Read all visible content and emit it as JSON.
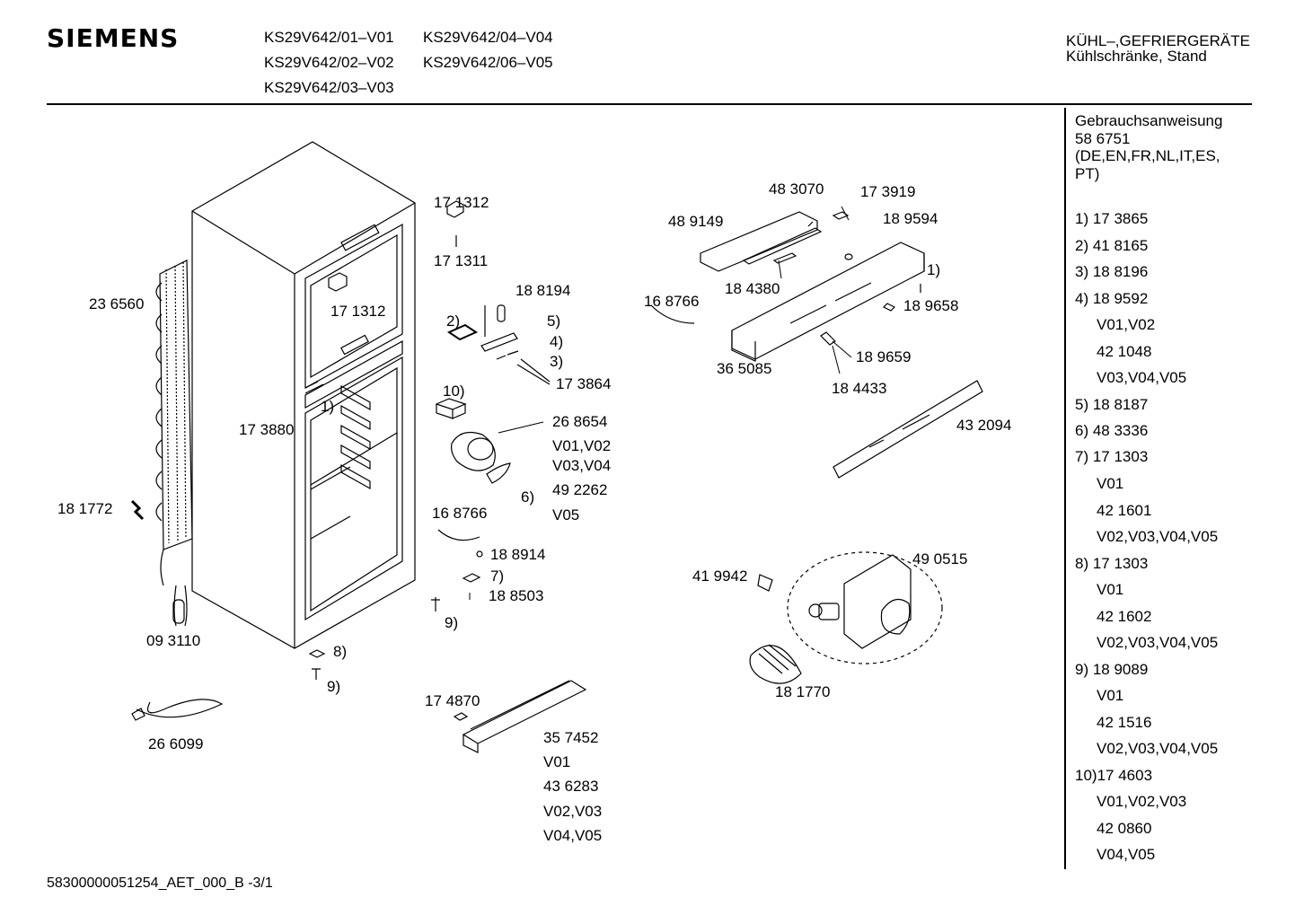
{
  "header": {
    "brand": "SIEMENS",
    "models": [
      "KS29V642/01–V01",
      "KS29V642/04–V04",
      "KS29V642/02–V02",
      "KS29V642/06–V05",
      "KS29V642/03–V03"
    ],
    "category": "KÜHL–,GEFRIERGERÄTE",
    "subcategory": "Kühlschränke, Stand"
  },
  "sidebar": {
    "manual_title": "Gebrauchsanweisung",
    "manual_number": "58 6751",
    "manual_languages_1": "(DE,EN,FR,NL,IT,ES,",
    "manual_languages_2": "PT)",
    "entries": [
      "1) 17 3865",
      "2) 41 8165",
      "3) 18 8196",
      "4) 18 9592",
      "V01,V02",
      "42 1048",
      "V03,V04,V05",
      "5) 18 8187",
      "6) 48 3336",
      "7) 17 1303",
      "V01",
      "42 1601",
      "V02,V03,V04,V05",
      "8) 17 1303",
      "V01",
      "42 1602",
      "V02,V03,V04,V05",
      "9) 18 9089",
      "V01",
      "42 1516",
      "V02,V03,V04,V05",
      "10)17 4603",
      "V01,V02,V03",
      "42 0860",
      "V04,V05"
    ]
  },
  "labels": [
    "23 6560",
    "17 1312",
    "17 1311",
    "17 1312",
    "18 8194",
    "2)",
    "5)",
    "4)",
    "3)",
    "17 3864",
    "1)",
    "17 3880",
    "10)",
    "26 8654",
    "V01,V02",
    "V03,V04",
    "6)",
    "49 2262",
    "V05",
    "18 1772",
    "16 8766",
    "18 8914",
    "7)",
    "18 8503",
    "9)",
    "09 3110",
    "8)",
    "9)",
    "26 6099",
    "17 4870",
    "35 7452",
    "V01",
    "43 6283",
    "V02,V03",
    "V04,V05",
    "48 3070",
    "17 3919",
    "48 9149",
    "18 9594",
    "1)",
    "16 8766",
    "18 4380",
    "18 9658",
    "36 5085",
    "18 9659",
    "18 4433",
    "43 2094",
    "49 0515",
    "41 9942",
    "18 1770"
  ],
  "footer": "58300000051254_AET_000_B -3/1"
}
